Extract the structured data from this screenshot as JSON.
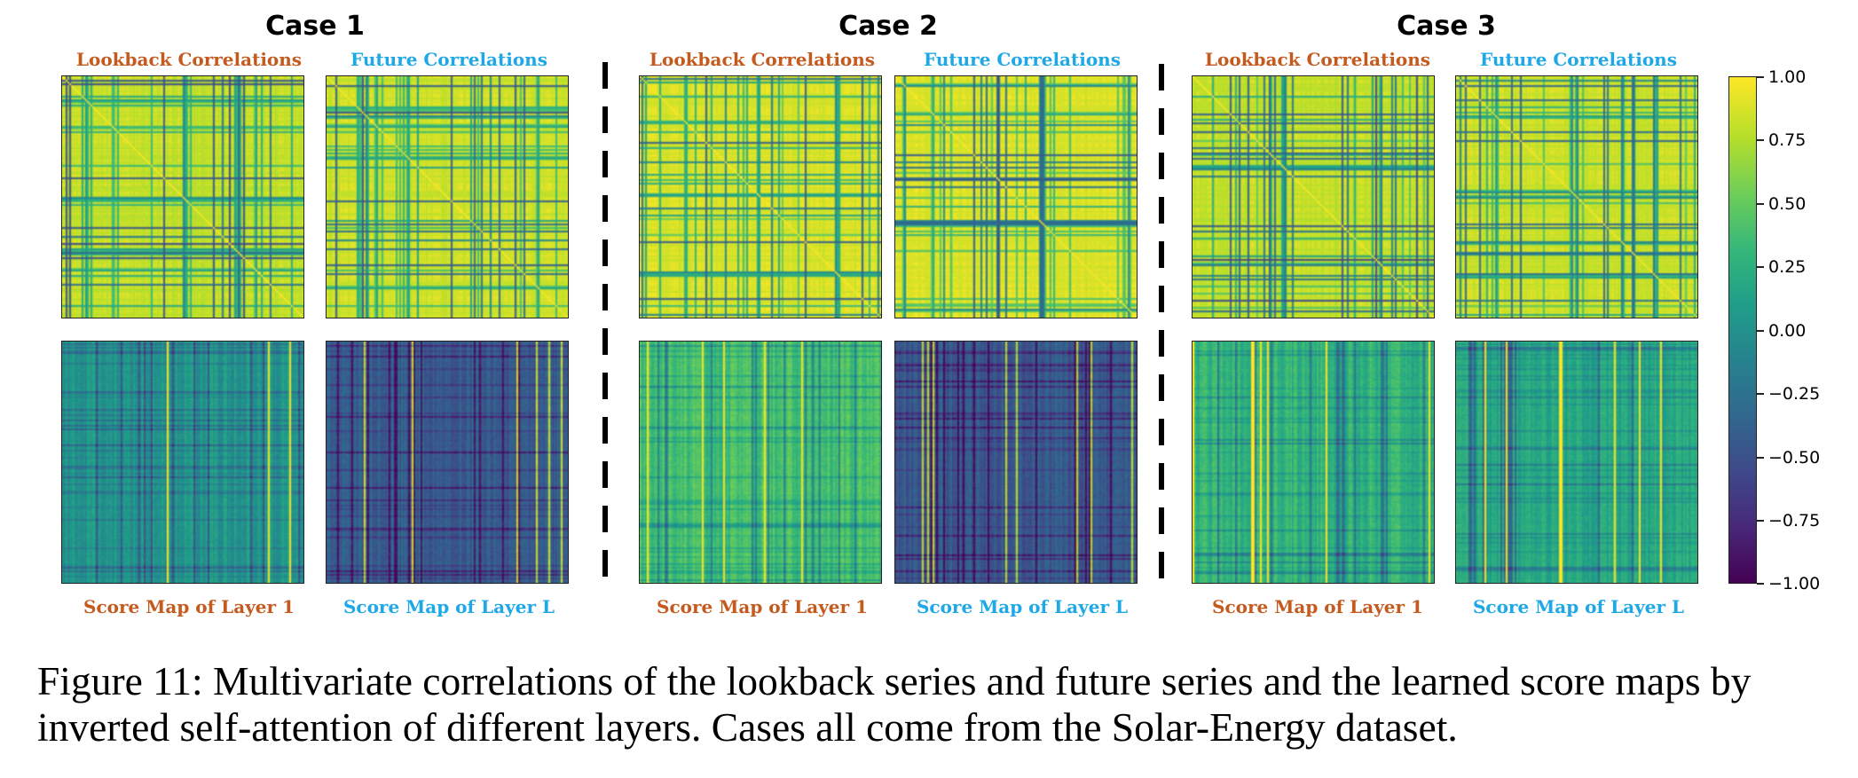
{
  "cases": [
    {
      "title": "Case 1",
      "labels": {
        "lookback": "Lookback Correlations",
        "future": "Future Correlations",
        "layer1": "Score Map of Layer 1",
        "layerL": "Score Map of Layer L"
      },
      "maps": {
        "lookback": {
          "mean": 0.85
        },
        "future": {
          "mean": 0.88
        },
        "layer1": {
          "mean": 0.05
        },
        "layerL": {
          "mean": -0.4
        }
      }
    },
    {
      "title": "Case 2",
      "labels": {
        "lookback": "Lookback Correlations",
        "future": "Future Correlations",
        "layer1": "Score Map of Layer 1",
        "layerL": "Score Map of Layer L"
      },
      "maps": {
        "lookback": {
          "mean": 0.9
        },
        "future": {
          "mean": 0.92
        },
        "layer1": {
          "mean": 0.4
        },
        "layerL": {
          "mean": -0.45
        }
      }
    },
    {
      "title": "Case 3",
      "labels": {
        "lookback": "Lookback Correlations",
        "future": "Future Correlations",
        "layer1": "Score Map of Layer 1",
        "layerL": "Score Map of Layer L"
      },
      "maps": {
        "lookback": {
          "mean": 0.85
        },
        "future": {
          "mean": 0.88
        },
        "layer1": {
          "mean": 0.3
        },
        "layerL": {
          "mean": 0.2
        }
      }
    }
  ],
  "colorbar": {
    "min": -1.0,
    "max": 1.0,
    "ticks": [
      "1.00",
      "0.75",
      "0.50",
      "0.25",
      "0.00",
      "−0.25",
      "−0.50",
      "−0.75",
      "−1.00"
    ]
  },
  "colors": {
    "lookback_label": "#c55a1f",
    "future_label": "#1ea8e6",
    "colormap": "viridis"
  },
  "caption": "Figure 11: Multivariate correlations of the lookback series and future series and the learned score maps by inverted self-attention of different layers. Cases all come from the Solar-Energy dataset."
}
